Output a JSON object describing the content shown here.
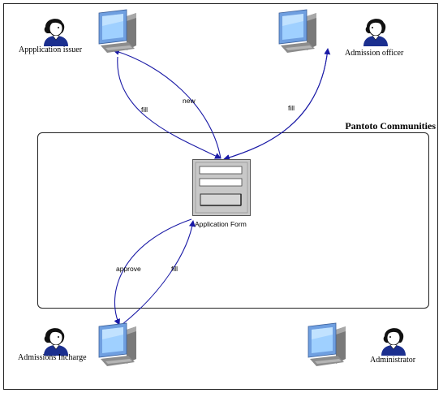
{
  "community": {
    "title": "Pantoto Communities"
  },
  "actors": {
    "application_issuer": "Appplication issuer",
    "admission_officer": "Admission officer",
    "admissions_incharge": "Admissions Incharge",
    "administrator": "Administrator"
  },
  "form": {
    "label": "Application Form"
  },
  "edges": {
    "issuer_new": "new",
    "issuer_fill": "fill",
    "officer_fill": "fill",
    "incharge_approve": "approve",
    "incharge_fill": "fill"
  },
  "colors": {
    "arrow": "#1a1aa6",
    "monitor": "#6f9fe0",
    "screen": "#9fd0ff",
    "form_body": "#c8c8c8",
    "person_hair": "#111111",
    "person_shirt": "#1b2f8f"
  },
  "icons": {
    "person": "person-icon",
    "computer": "computer-icon",
    "form": "application-form-icon"
  }
}
